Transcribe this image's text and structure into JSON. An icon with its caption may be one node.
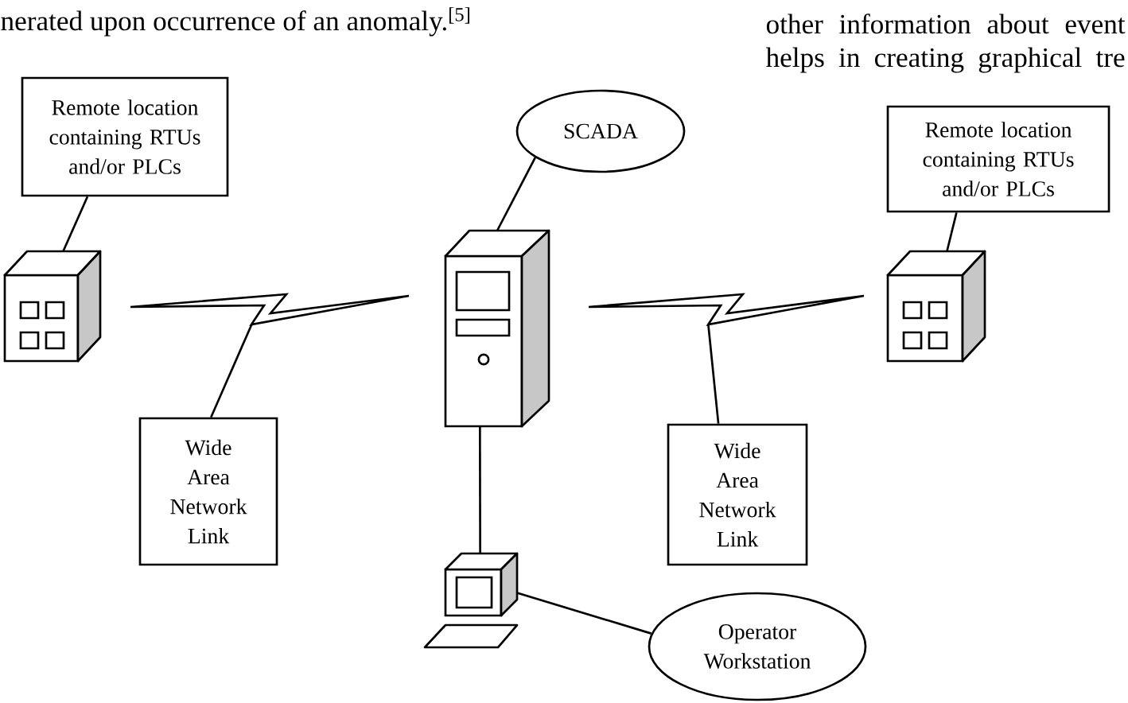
{
  "diagram": {
    "nodes": [
      {
        "text": [
          "Remote location containing RTUs and/or PLCs"
        ]
      },
      {
        "text": [
          "SCADA"
        ]
      },
      {
        "text": [
          "Remote location containing RTUs and/or PLCs"
        ]
      },
      {
        "text": [],
        "shape": "picture"
      },
      {
        "text": [],
        "shape": "picture"
      },
      {
        "text": [],
        "shape": "picture"
      },
      {
        "text": [],
        "shape": "picture"
      },
      {
        "text": [],
        "shape": "picture"
      },
      {
        "text": [
          "Wide Area Network Link"
        ]
      },
      {
        "text": [
          "Wide Area Network Link"
        ]
      },
      {
        "text": [],
        "shape": "picture"
      },
      {
        "text": [
          "Operator Workstation"
        ]
      }
    ],
    "edges": [
      {
        "from": 0,
        "to": 3,
        "arrow": "none"
      },
      {
        "from": 1,
        "to": 5,
        "arrow": "none"
      },
      {
        "from": 2,
        "to": 7,
        "arrow": "none"
      },
      {
        "from": 8,
        "to": 4,
        "arrow": "none"
      },
      {
        "from": 9,
        "to": 6,
        "arrow": "none"
      },
      {
        "from": 5,
        "to": 10,
        "arrow": "none"
      },
      {
        "from": 11,
        "to": 10,
        "arrow": "none"
      }
    ],
    "labels": [
      "nerated upon occurrence of an anomaly.$^{[5]}$",
      "other information about event",
      "helps in creating graphical tre"
    ]
  }
}
